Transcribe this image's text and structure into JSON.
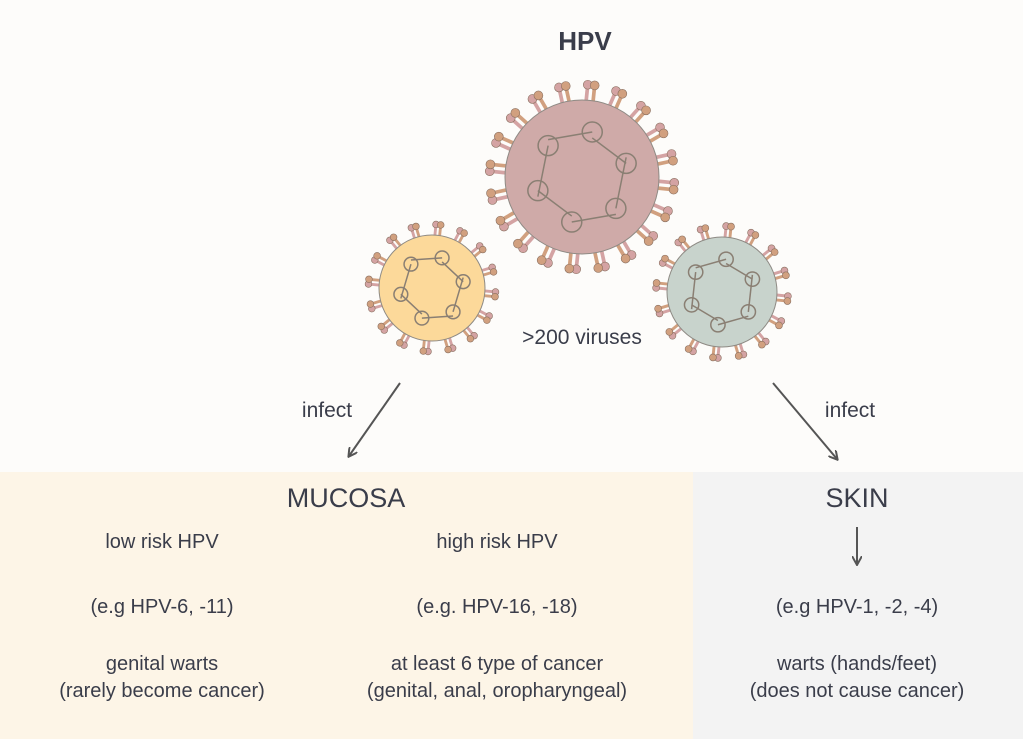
{
  "title": "HPV",
  "viruses_label": ">200 viruses",
  "arrows": {
    "left_label": "infect",
    "right_label": "infect"
  },
  "mucosa": {
    "heading": "MUCOSA",
    "low": {
      "label": "low risk HPV",
      "examples": "(e.g HPV-6, -11)",
      "outcome1": "genital warts",
      "outcome2": "(rarely become cancer)"
    },
    "high": {
      "label": "high risk HPV",
      "examples": "(e.g. HPV-16, -18)",
      "outcome1": "at least 6 type of cancer",
      "outcome2": "(genital, anal, oropharyngeal)"
    }
  },
  "skin": {
    "heading": "SKIN",
    "examples": "(e.g HPV-1, -2, -4)",
    "outcome1": "warts (hands/feet)",
    "outcome2": "(does not cause cancer)"
  },
  "colors": {
    "large": "#cfaaa8",
    "yellow": "#fcd99a",
    "green": "#c8d3cc",
    "spike_pink": "#d4a3a3",
    "spike_brown": "#d1a07f",
    "stroke": "#8a7f73",
    "text": "#3a3d4a"
  }
}
